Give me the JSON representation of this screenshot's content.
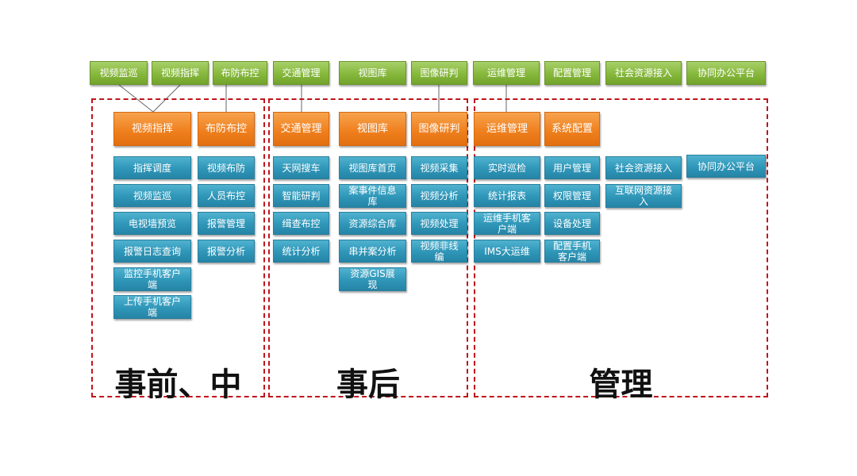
{
  "top_modules": [
    "视频监巡",
    "视频指挥",
    "布防布控",
    "交通管理",
    "视图库",
    "图像研判",
    "运维管理",
    "配置管理",
    "社会资源接入",
    "协同办公平台"
  ],
  "sections": [
    {
      "label": "事前、中",
      "subsystems": [
        {
          "title": "视频指挥",
          "items": [
            "指挥调度",
            "视频监巡",
            "电视墙预览",
            "报警日志查询",
            "监控手机客户\n端",
            "上传手机客户\n端"
          ]
        },
        {
          "title": "布防布控",
          "items": [
            "视频布防",
            "人员布控",
            "报警管理",
            "报警分析"
          ]
        }
      ]
    },
    {
      "label": "事后",
      "subsystems": [
        {
          "title": "交通管理",
          "items": [
            "天网搜车",
            "智能研判",
            "缉查布控",
            "统计分析"
          ]
        },
        {
          "title": "视图库",
          "items": [
            "视图库首页",
            "案事件信息\n库",
            "资源综合库",
            "串并案分析",
            "资源GIS展\n现"
          ]
        },
        {
          "title": "图像研判",
          "items": [
            "视频采集",
            "视频分析",
            "视频处理",
            "视频非线\n编"
          ]
        }
      ]
    },
    {
      "label": "管理",
      "subsystems": [
        {
          "title": "运维管理",
          "items": [
            "实时巡检",
            "统计报表",
            "运维手机客\n户端",
            "IMS大运维"
          ]
        },
        {
          "title": "系统配置",
          "items": [
            "用户管理",
            "权限管理",
            "设备处理",
            "配置手机\n客户端"
          ]
        },
        {
          "title": "",
          "items": [
            "社会资源接入",
            "互联网资源接\n入"
          ]
        },
        {
          "title": "",
          "items": [
            "协同办公平台"
          ]
        }
      ]
    }
  ]
}
